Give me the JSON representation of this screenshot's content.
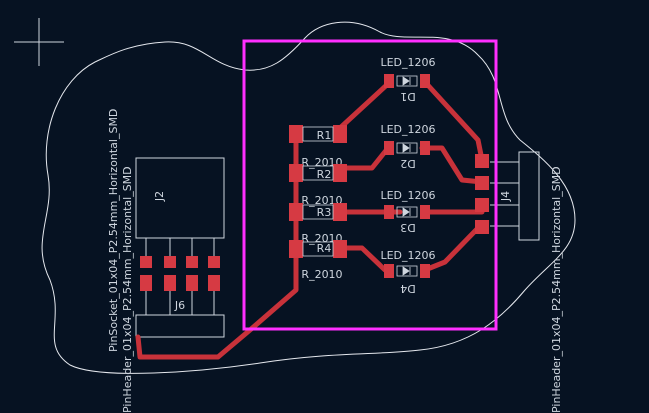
{
  "colors": {
    "background": "#061222",
    "trace": "#c8323a",
    "pad": "#d63a43",
    "silkscreen": "#cfd6df",
    "outline": "#e5e8ee",
    "selection": "#ff2fff"
  },
  "components": {
    "D1": {
      "ref": "D1",
      "value": "LED_1206"
    },
    "D2": {
      "ref": "D2",
      "value": "LED_1206"
    },
    "D3": {
      "ref": "D3",
      "value": "LED_1206"
    },
    "D4": {
      "ref": "D4",
      "value": "LED_1206"
    },
    "R1": {
      "ref": "R1",
      "value": "R_2010"
    },
    "R2": {
      "ref": "R2",
      "value": "R_2010"
    },
    "R3": {
      "ref": "R3",
      "value": "R_2010"
    },
    "R4": {
      "ref": "R4",
      "value": "R_2010"
    },
    "J2": {
      "ref": "J2"
    },
    "J4": {
      "ref": "J4",
      "value": "PinHeader_01x04_P2.54mm_Horizontal_SMD"
    },
    "J6": {
      "ref": "J6",
      "value": "PinHeader_01x04_P2.54mm_Horizontal_SMD"
    },
    "J2_value": "PinSocket_01x04_P2.54mm_Horizontal_SMD"
  }
}
